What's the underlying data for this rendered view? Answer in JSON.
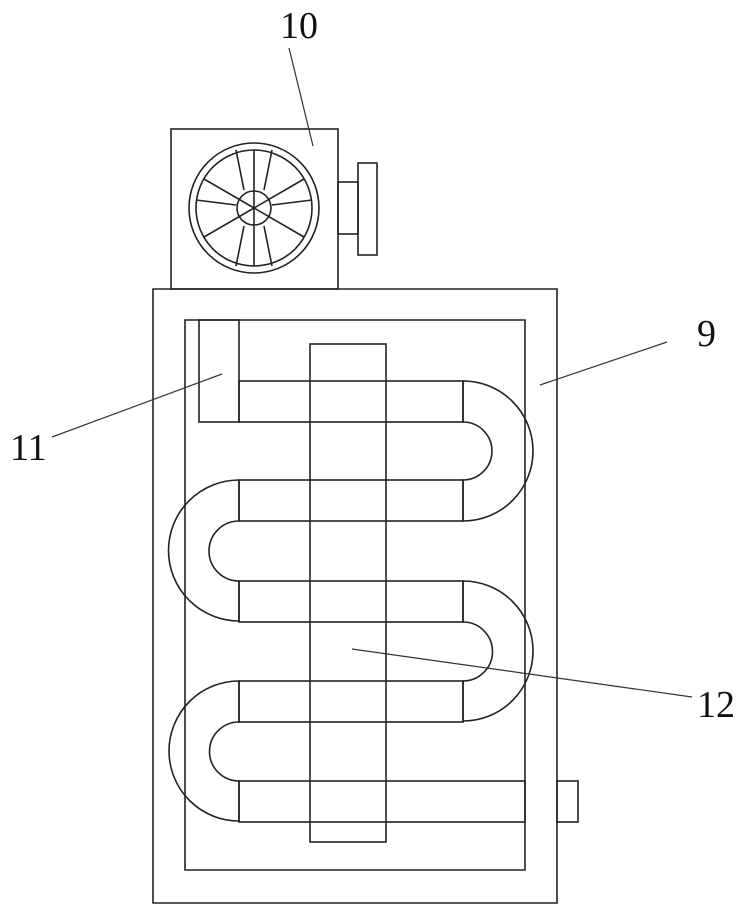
{
  "labels": {
    "fan_unit": "10",
    "housing": "9",
    "pipe_inlet": "11",
    "core_column": "12"
  },
  "colors": {
    "line": "#222222",
    "background": "#ffffff",
    "stipple": "#777777"
  }
}
